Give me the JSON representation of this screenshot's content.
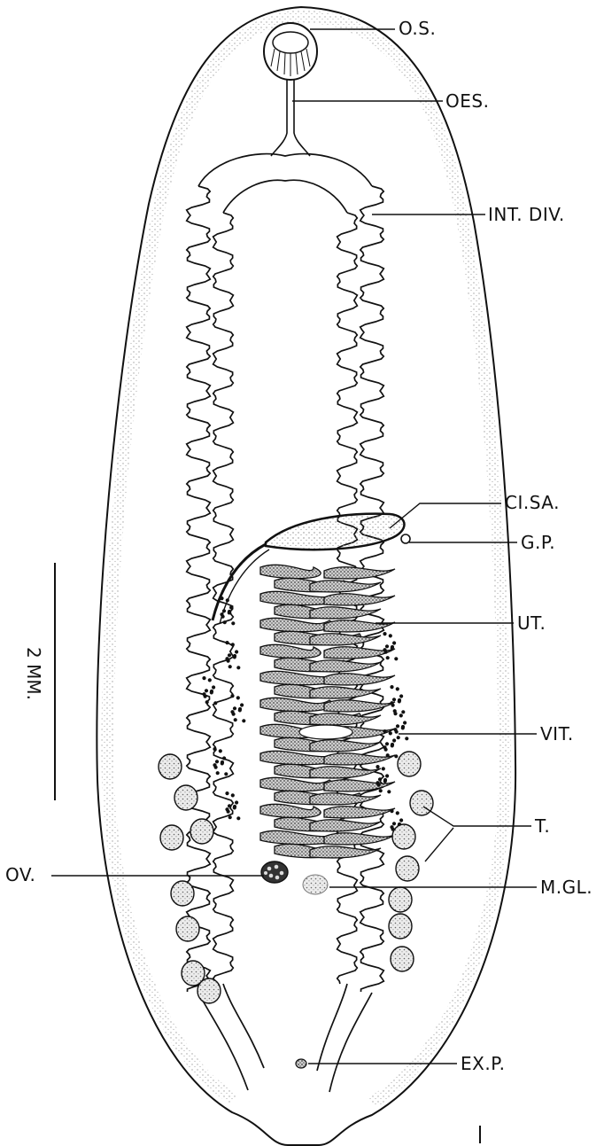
{
  "labels": {
    "os": "O.S.",
    "oes": "OES.",
    "int_div": "INT. DIV.",
    "cisa": "CI.SA.",
    "gp": "G.P.",
    "ut": "UT.",
    "vit": "VIT.",
    "t": "T.",
    "ov": "OV.",
    "mgl": "M.GL.",
    "exp": "EX.P."
  },
  "scale_bar": {
    "label": "2 MM."
  },
  "colors": {
    "ink": "#111111",
    "paper": "#ffffff",
    "stipple": "#9a9a9a",
    "uterus_fill": "#6f6f6f"
  }
}
